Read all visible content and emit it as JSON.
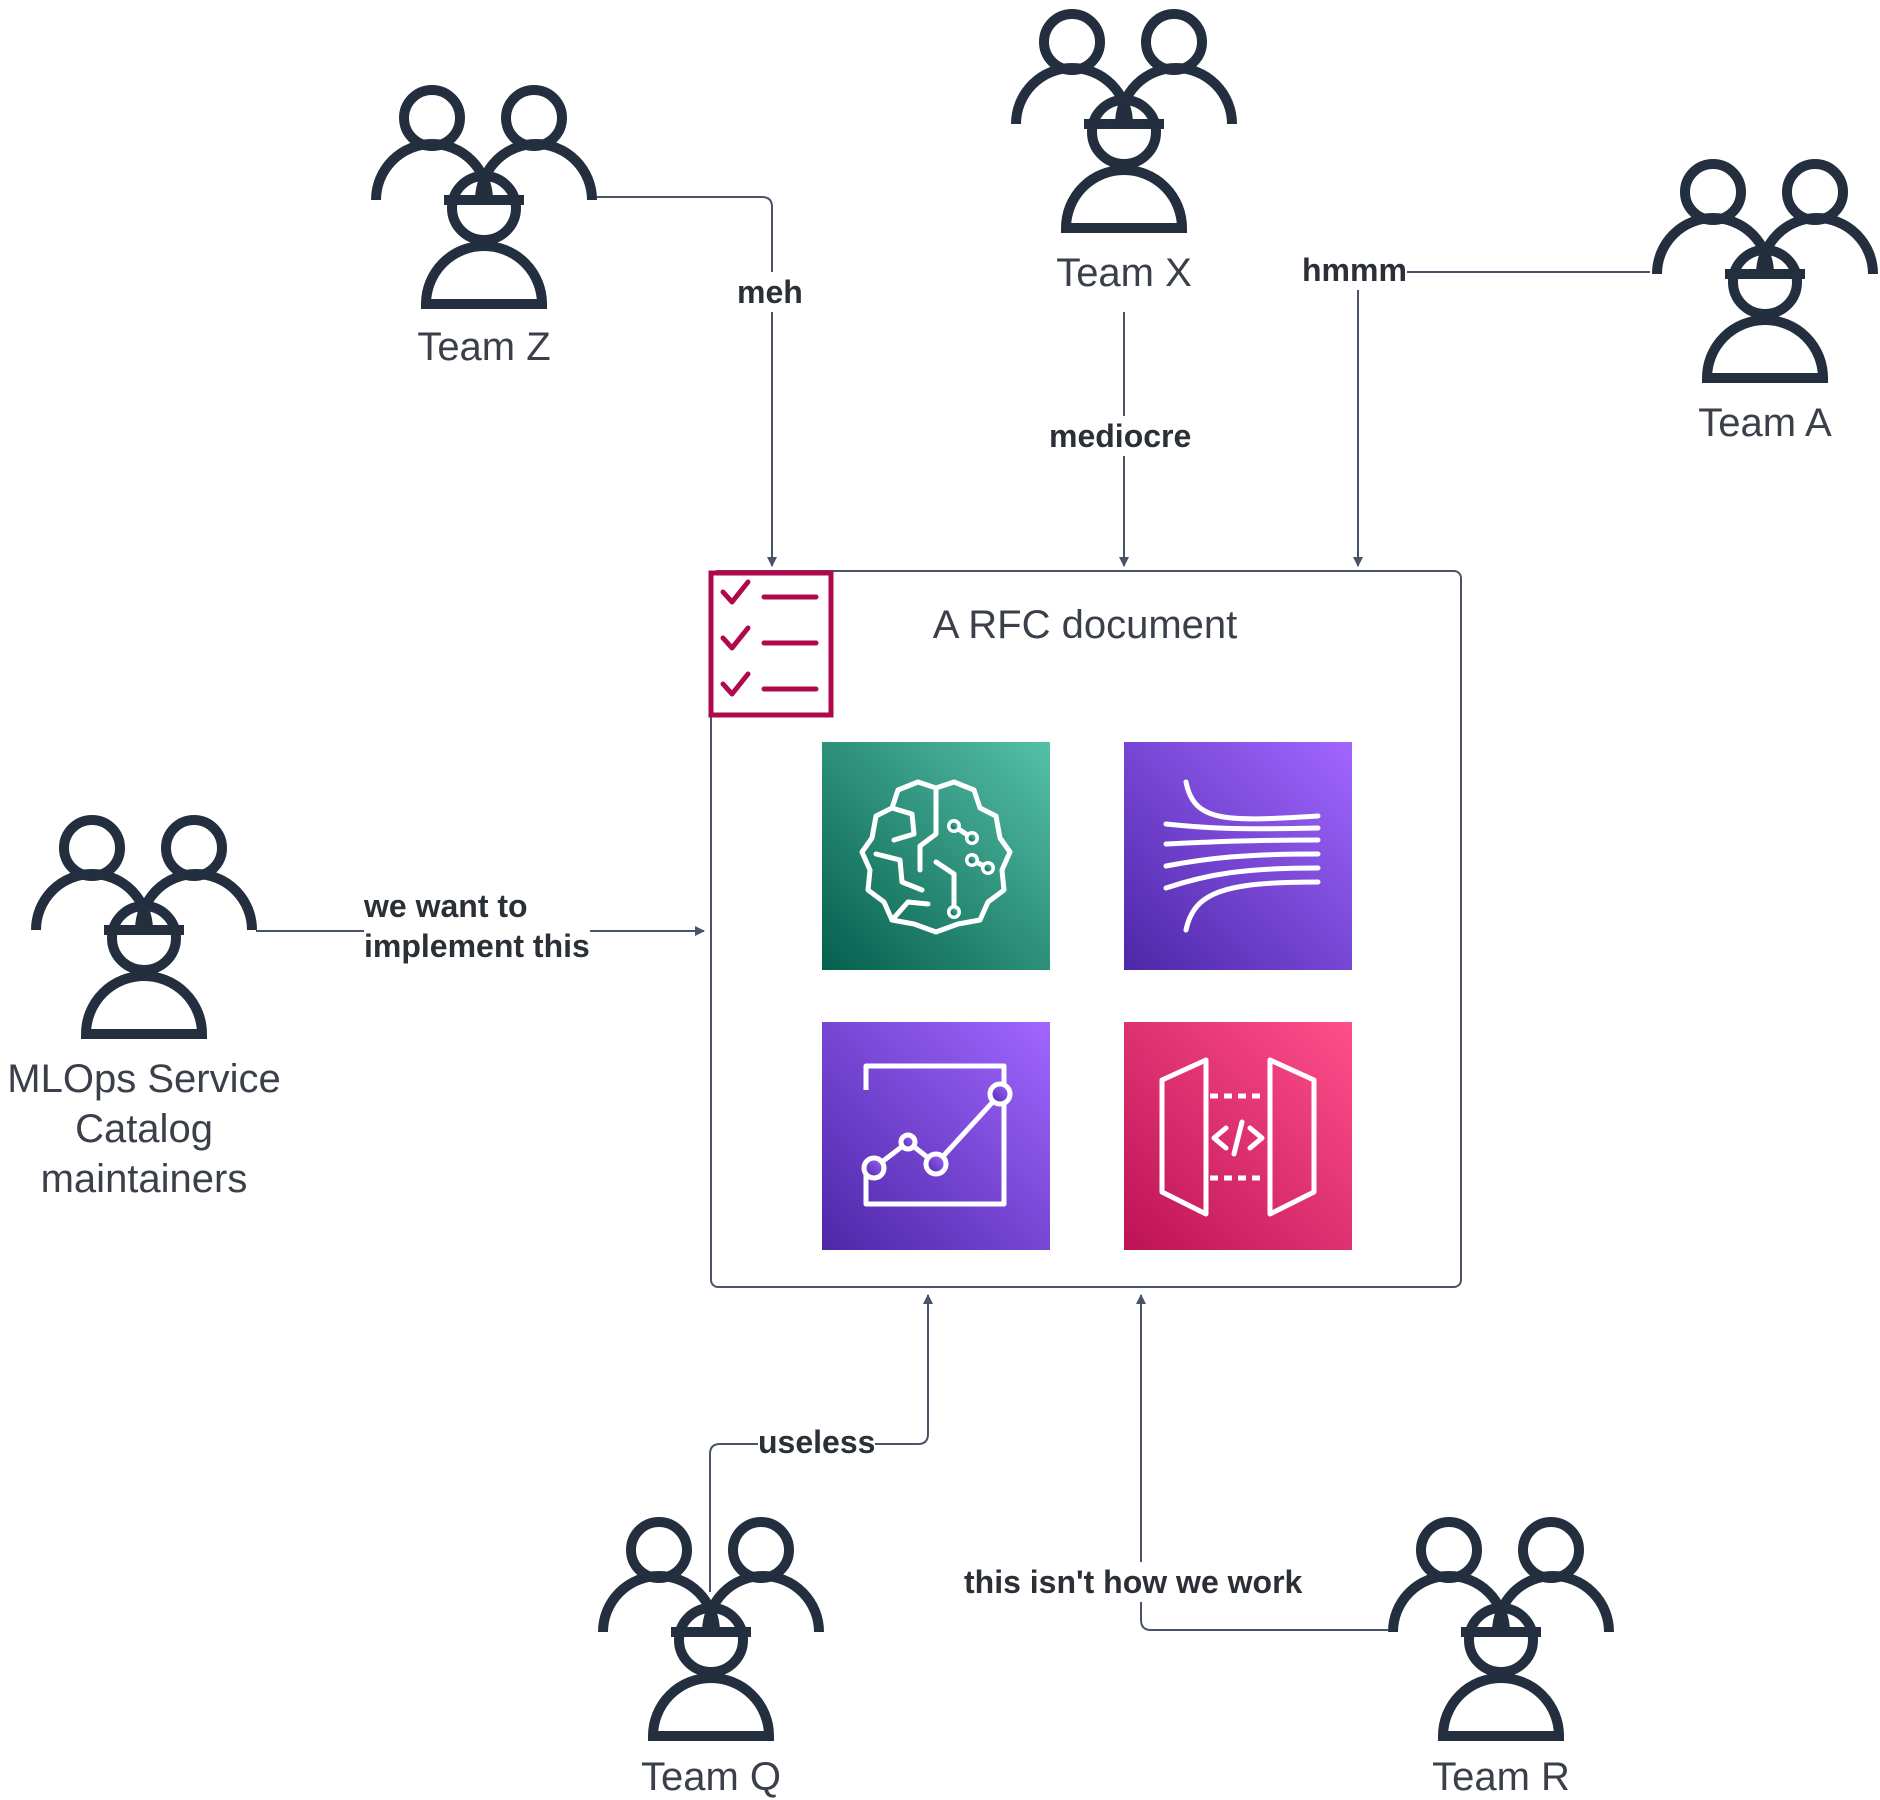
{
  "diagram": {
    "document": {
      "title": "A RFC document"
    },
    "teams": {
      "team_z": "Team Z",
      "team_x": "Team X",
      "team_a": "Team A",
      "mlops": "MLOps Service\nCatalog\nmaintainers",
      "team_q": "Team Q",
      "team_r": "Team R"
    },
    "edges": {
      "team_z_label": "meh",
      "team_x_label": "mediocre",
      "team_a_label": "hmmm",
      "mlops_label": "we want to\nimplement this",
      "team_q_label": "useless",
      "team_r_label": "this isn't how we work"
    },
    "service_icons": [
      "ml-brain-icon",
      "streaming-icon",
      "analytics-chart-icon",
      "api-gateway-icon"
    ],
    "colors": {
      "ink": "#232f3e",
      "connector": "#4a5468",
      "checklist": "#b0084d",
      "teal_dark": "#055f4e",
      "teal_light": "#56c0a7",
      "purple_dark": "#4d27a8",
      "purple_light": "#a166ff",
      "pink_dark": "#bc1356",
      "pink_light": "#ff4f8b"
    }
  }
}
